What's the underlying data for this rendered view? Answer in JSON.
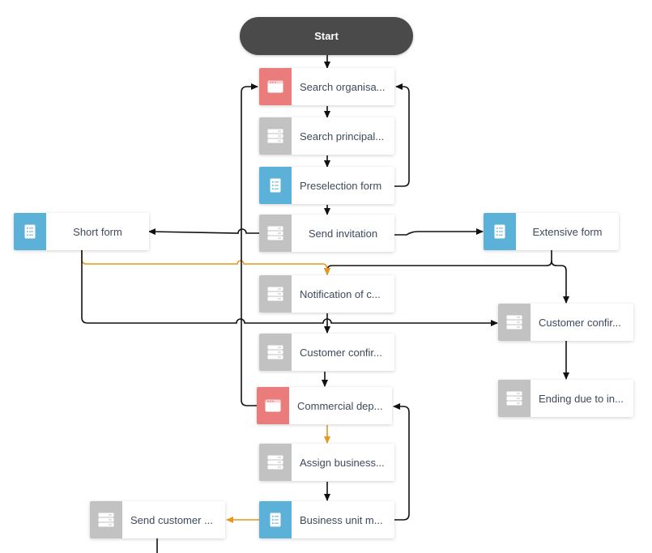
{
  "diagram": {
    "start_label": "Start",
    "nodes": {
      "search_organisation": {
        "label": "Search organisa...",
        "icon": "browser-window-icon"
      },
      "search_principal": {
        "label": "Search principal...",
        "icon": "server-icon"
      },
      "preselection_form": {
        "label": "Preselection form",
        "icon": "form-list-icon"
      },
      "send_invitation": {
        "label": "Send invitation",
        "icon": "server-icon"
      },
      "short_form": {
        "label": "Short form",
        "icon": "form-list-icon"
      },
      "extensive_form": {
        "label": "Extensive form",
        "icon": "form-list-icon"
      },
      "notification": {
        "label": "Notification of c...",
        "icon": "server-icon"
      },
      "customer_confirm_right": {
        "label": "Customer confir...",
        "icon": "server-icon"
      },
      "customer_confirm_center": {
        "label": "Customer confir...",
        "icon": "server-icon"
      },
      "ending": {
        "label": "Ending due to in...",
        "icon": "server-icon"
      },
      "commercial_dep": {
        "label": "Commercial dep...",
        "icon": "browser-window-icon"
      },
      "assign_business": {
        "label": "Assign business...",
        "icon": "server-icon"
      },
      "business_unit": {
        "label": "Business unit m...",
        "icon": "form-list-icon"
      },
      "send_customer": {
        "label": "Send customer ...",
        "icon": "server-icon"
      }
    },
    "colors": {
      "start": "#4a4a4a",
      "task_icon": "#c2c2c2",
      "form_icon": "#5bb1d8",
      "ui_icon": "#ea7c7c",
      "edge": "#111111",
      "edge_highlight": "#e8961e"
    }
  }
}
